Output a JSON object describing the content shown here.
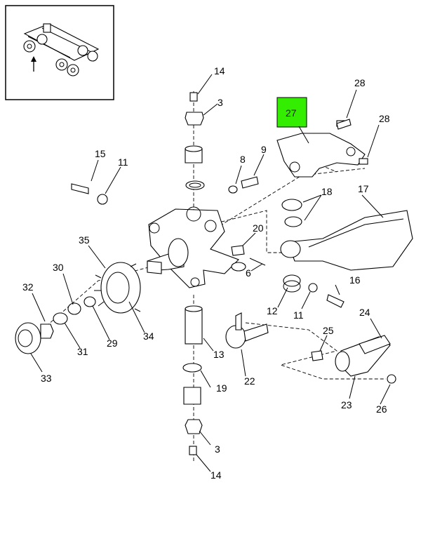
{
  "colors": {
    "highlight": "#33ee00",
    "ink": "#000000",
    "background": "#ffffff"
  },
  "inset": {
    "icon": "vehicle-frame-locator-icon",
    "arrow": "arrow-up-icon"
  },
  "callouts": {
    "c14_top": "14",
    "c3_top": "3",
    "c28_a": "28",
    "c27": "27",
    "c28_b": "28",
    "c15": "15",
    "c11_left": "11",
    "c8": "8",
    "c9": "9",
    "c18": "18",
    "c17": "17",
    "c20": "20",
    "c35": "35",
    "c30": "30",
    "c32": "32",
    "c6": "6",
    "c16": "16",
    "c12": "12",
    "c11_mid": "11",
    "c24": "24",
    "c34": "34",
    "c29": "29",
    "c31": "31",
    "c13": "13",
    "c25": "25",
    "c33": "33",
    "c22": "22",
    "c19": "19",
    "c23": "23",
    "c26": "26",
    "c3_bottom": "3",
    "c14_bottom": "14"
  }
}
